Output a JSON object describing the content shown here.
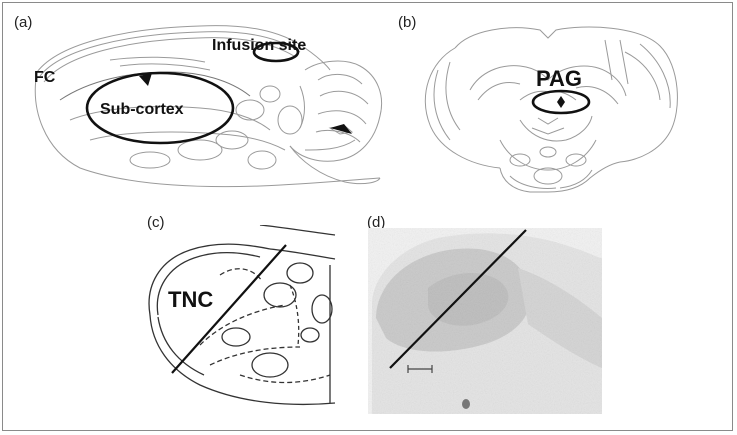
{
  "panels": {
    "a": {
      "label": "(a)",
      "fc_label": "FC",
      "subcortex_label": "Sub-cortex",
      "infusion_label": "Infusion site"
    },
    "b": {
      "label": "(b)",
      "pag_label": "PAG"
    },
    "c": {
      "label": "(c)",
      "tnc_label": "TNC"
    },
    "d": {
      "label": "(d)"
    }
  }
}
